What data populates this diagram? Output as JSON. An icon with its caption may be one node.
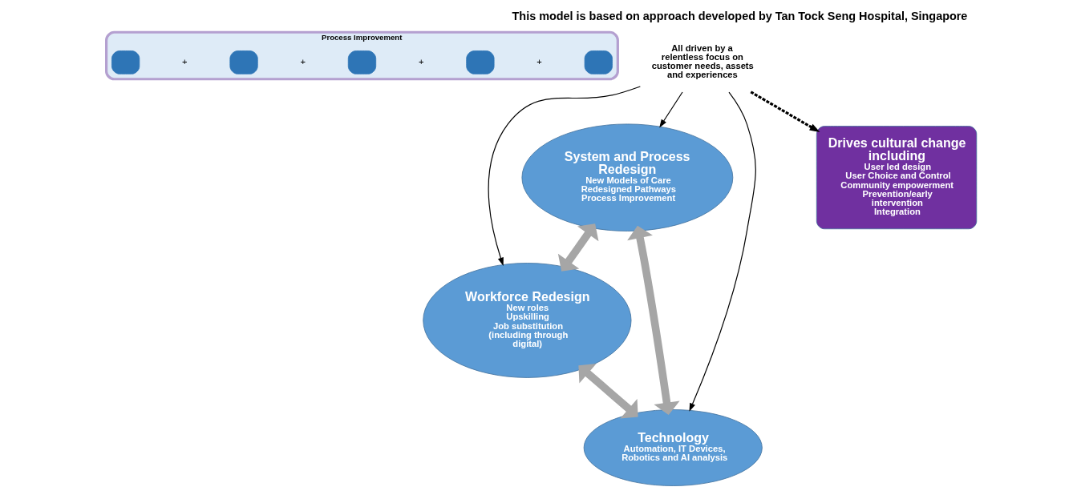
{
  "diagram": {
    "title": "This model is based on approach developed by Tan Tock Seng Hospital, Singapore",
    "nodes": [
      {
        "text": [
          "Process Improvement"
        ]
      },
      {
        "text": [],
        "shape": "box",
        "in": 0
      },
      {
        "text": [],
        "shape": "box",
        "in": 0
      },
      {
        "text": [],
        "shape": "box",
        "in": 0
      },
      {
        "text": [],
        "shape": "box",
        "in": 0
      },
      {
        "text": [],
        "shape": "box",
        "in": 0
      },
      {
        "text": [
          "System and Process Redesign",
          "New Models of Care",
          "Redesigned Pathways",
          "Process Improvement"
        ]
      },
      {
        "text": [
          "Workforce Redesign",
          "New roles",
          "Upskilling",
          "Job substitution (including through digital)"
        ]
      },
      {
        "text": [
          "Technology",
          "Automation, IT Devices, Robotics and AI analysis"
        ]
      },
      {
        "text": [
          "All driven by a relentless focus on customer needs, assets and experiences"
        ]
      },
      {
        "text": [
          "Drives cultural change including",
          "User led design",
          "User Choice and Control",
          "Community empowerment",
          "Prevention/early intervention",
          "Integration"
        ]
      }
    ],
    "edges": [
      {
        "from": 6,
        "to": 7,
        "arrow": "both",
        "style": "thick",
        "color": "#a6a6a6"
      },
      {
        "from": 6,
        "to": 8,
        "arrow": "both",
        "style": "thick",
        "color": "#a6a6a6"
      },
      {
        "from": 7,
        "to": 8,
        "arrow": "both",
        "style": "thick",
        "color": "#a6a6a6"
      },
      {
        "from": 9,
        "to": 6,
        "arrow": "to"
      },
      {
        "from": 9,
        "to": 7,
        "arrow": "to"
      },
      {
        "from": 9,
        "to": 8,
        "arrow": "to"
      },
      {
        "from": 9,
        "to": 10,
        "arrow": "to",
        "style": "dashed"
      }
    ],
    "labels": [
      "+",
      "+",
      "+",
      "+"
    ]
  }
}
